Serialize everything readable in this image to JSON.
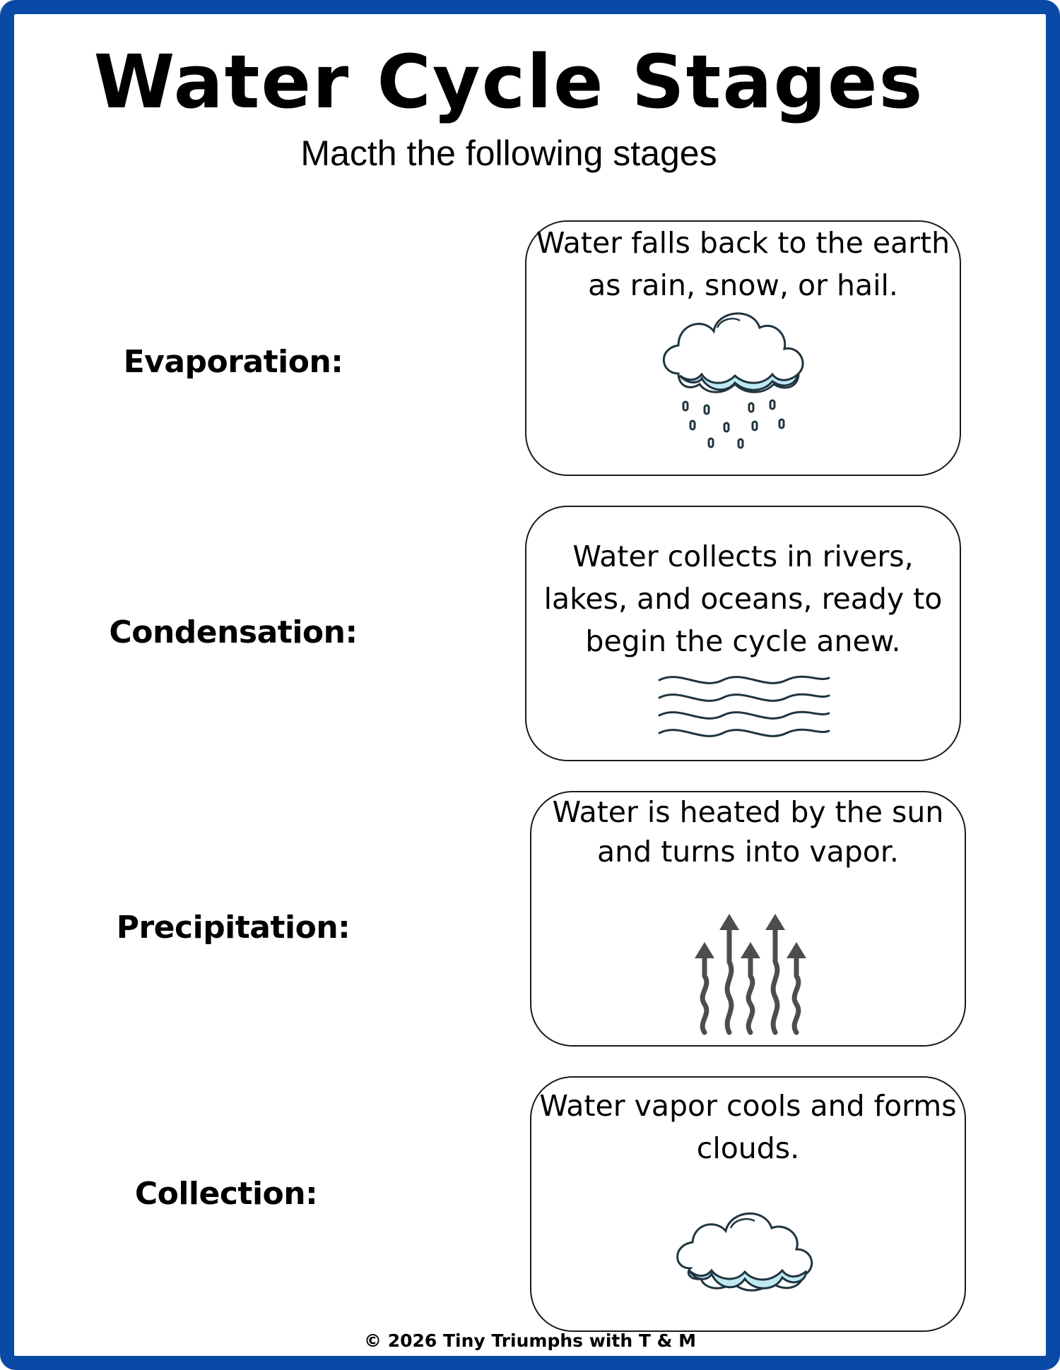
{
  "worksheet": {
    "title": "Water Cycle Stages",
    "subtitle": "Macth the following stages",
    "stages": [
      "Evaporation:",
      "Condensation:",
      "Precipitation:",
      "Collection:"
    ],
    "descriptions": [
      "Water falls back to the earth as rain, snow, or hail.",
      "Water collects in rivers, lakes, and oceans, ready to begin the cycle anew.",
      "Water is heated by the sun and turns into vapor.",
      "Water vapor cools and forms clouds."
    ],
    "icons": [
      "rain-cloud-icon",
      "waves-icon",
      "rising-vapor-arrows-icon",
      "cloud-icon"
    ],
    "footer": "© 2026 Tiny Triumphs with T & M"
  },
  "colors": {
    "border": "#0a4aa7",
    "cloud_fill": "#bfe8f3",
    "ink": "#1f3440",
    "arrow": "#4d4d4d"
  }
}
